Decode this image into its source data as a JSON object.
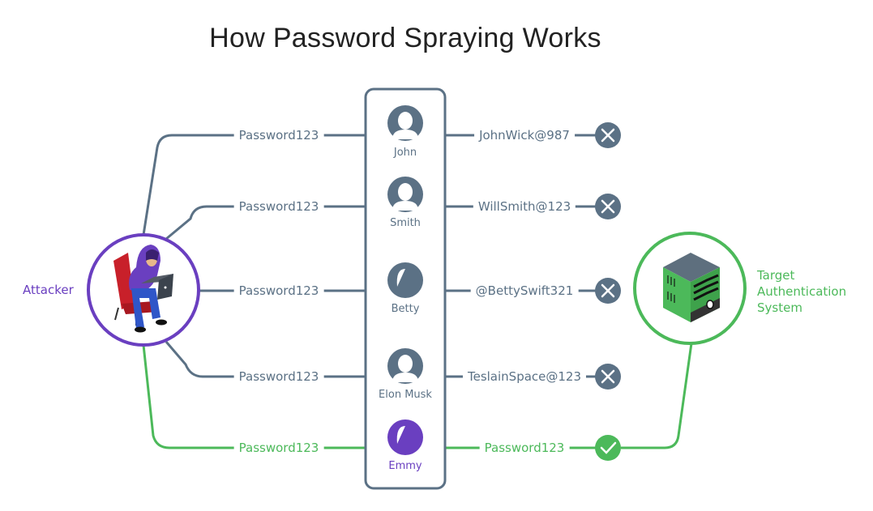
{
  "title": "How Password Spraying Works",
  "colors": {
    "fail": "#5b7185",
    "success": "#4cb95a",
    "attacker": "#6a3fc0",
    "title": "#222222"
  },
  "attacker": {
    "label": "Attacker",
    "icon": "hooded-hacker-with-laptop-icon"
  },
  "target": {
    "label_lines": [
      "Target",
      "Authentication",
      "System"
    ],
    "icon": "server-icon"
  },
  "attempts": [
    {
      "sprayed_password": "Password123",
      "user": "John",
      "user_icon": "male-user-icon",
      "actual_password": "JohnWick@987",
      "result": "fail",
      "result_icon": "x-icon"
    },
    {
      "sprayed_password": "Password123",
      "user": "Smith",
      "user_icon": "male-user-icon",
      "actual_password": "WillSmith@123",
      "result": "fail",
      "result_icon": "x-icon"
    },
    {
      "sprayed_password": "Password123",
      "user": "Betty",
      "user_icon": "female-user-icon",
      "actual_password": "@BettySwift321",
      "result": "fail",
      "result_icon": "x-icon"
    },
    {
      "sprayed_password": "Password123",
      "user": "Elon Musk",
      "user_icon": "male-user-icon",
      "actual_password": "TeslainSpace@123",
      "result": "fail",
      "result_icon": "x-icon"
    },
    {
      "sprayed_password": "Password123",
      "user": "Emmy",
      "user_icon": "female-user-icon",
      "actual_password": "Password123",
      "result": "success",
      "result_icon": "check-icon"
    }
  ]
}
